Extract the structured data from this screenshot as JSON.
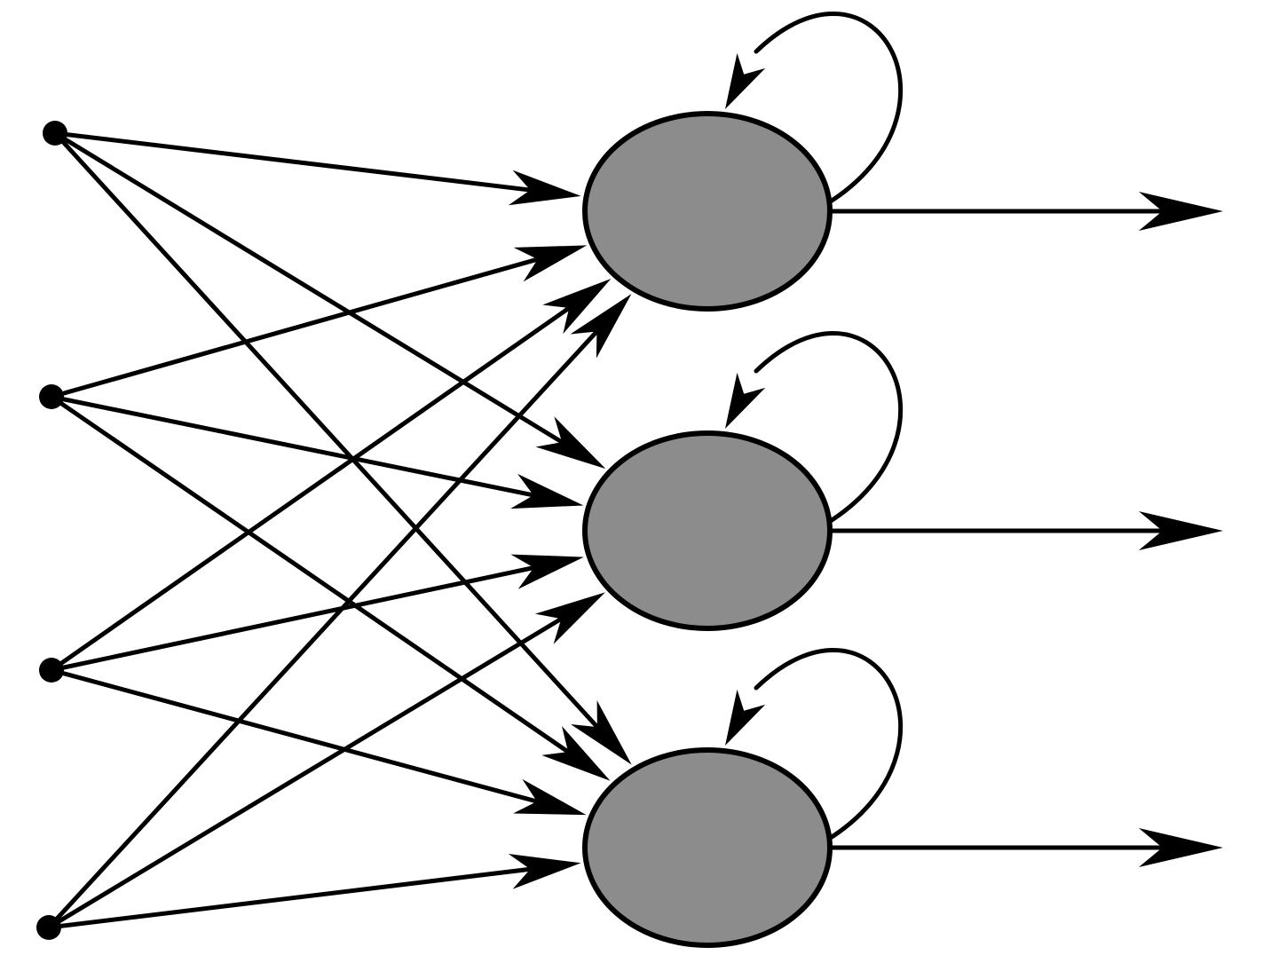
{
  "diagram": {
    "type": "recurrent-network",
    "colors": {
      "background": "#ffffff",
      "stroke": "#000000",
      "neuron_fill": "#8c8c8c",
      "input_node": "#000000"
    },
    "input_nodes": [
      "input-1",
      "input-2",
      "input-3",
      "input-4"
    ],
    "neurons": [
      {
        "id": "neuron-1",
        "self_loop": true,
        "has_output": true
      },
      {
        "id": "neuron-2",
        "self_loop": true,
        "has_output": true
      },
      {
        "id": "neuron-3",
        "self_loop": true,
        "has_output": true
      }
    ],
    "edges": [
      {
        "from": "input-1",
        "to": "neuron-1"
      },
      {
        "from": "input-1",
        "to": "neuron-2"
      },
      {
        "from": "input-1",
        "to": "neuron-3"
      },
      {
        "from": "input-2",
        "to": "neuron-1"
      },
      {
        "from": "input-2",
        "to": "neuron-2"
      },
      {
        "from": "input-2",
        "to": "neuron-3"
      },
      {
        "from": "input-3",
        "to": "neuron-1"
      },
      {
        "from": "input-3",
        "to": "neuron-2"
      },
      {
        "from": "input-3",
        "to": "neuron-3"
      },
      {
        "from": "input-4",
        "to": "neuron-1"
      },
      {
        "from": "input-4",
        "to": "neuron-2"
      },
      {
        "from": "input-4",
        "to": "neuron-3"
      }
    ]
  }
}
